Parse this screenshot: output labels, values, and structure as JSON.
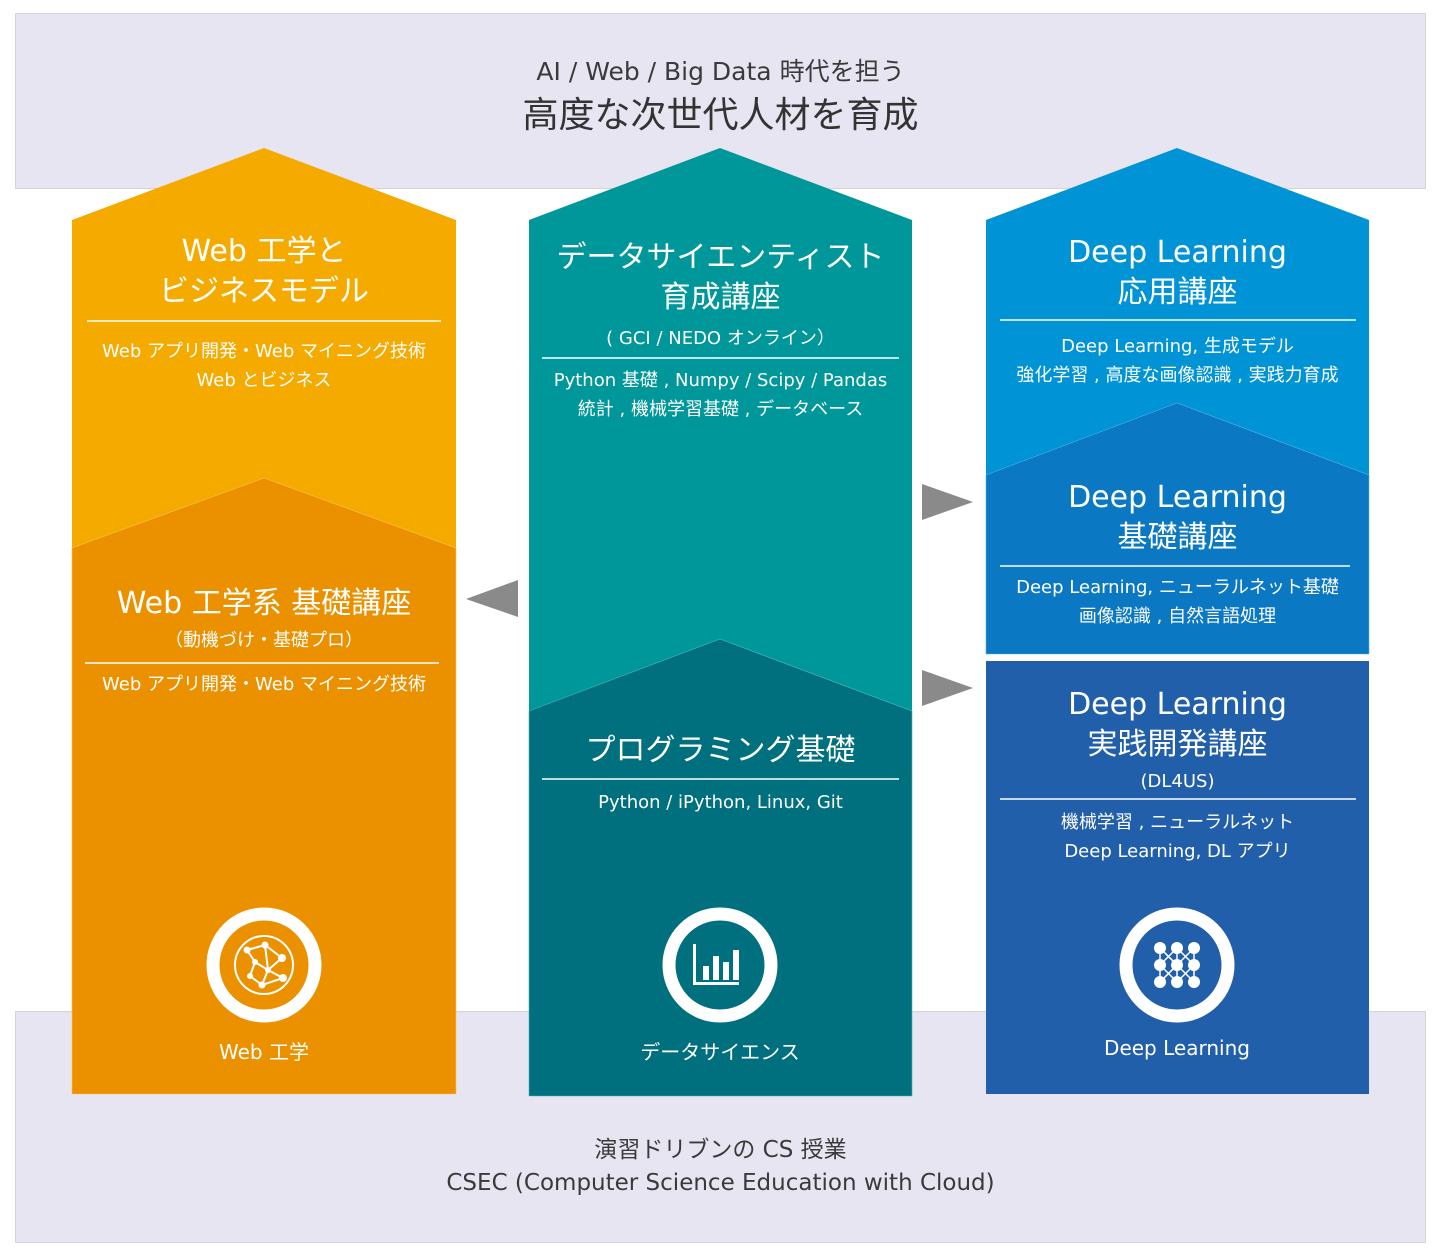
{
  "header": {
    "subtitle": "AI / Web / Big Data 時代を担う",
    "title": "高度な次世代人材を育成"
  },
  "footer": {
    "line1": "演習ドリブンの CS 授業",
    "line2": "CSEC (Computer Science Education with Cloud)"
  },
  "colors": {
    "banner_bg": "#e7e5f2",
    "web_upper": "#f5aa00",
    "web_lower": "#eb9100",
    "ds_upper": "#00979a",
    "ds_lower": "#006f7e",
    "dl_top": "#0093d6",
    "dl_mid": "#0a78c2",
    "dl_bottom": "#225fab",
    "arrow_gray": "#8a8a8a"
  },
  "columns": {
    "web": {
      "upper": {
        "title_line1": "Web 工学と",
        "title_line2": "ビジネスモデル",
        "desc_line1": "Web アプリ開発・Web マイニング技術",
        "desc_line2": "Web とビジネス"
      },
      "lower": {
        "title": "Web 工学系 基礎講座",
        "subtitle": "（動機づけ・基礎プロ）",
        "desc_line1": "Web アプリ開発・Web マイニング技術"
      },
      "icon": "globe-network-icon",
      "label": "Web 工学"
    },
    "ds": {
      "upper": {
        "title_line1": "データサイエンティスト",
        "title_line2": "育成講座",
        "subtitle": "( GCI / NEDO オンライン）",
        "desc_line1": "Python 基礎 , Numpy / Scipy / Pandas",
        "desc_line2": "統計 , 機械学習基礎 , データベース"
      },
      "lower": {
        "title": "プログラミング基礎",
        "desc_line1": "Python / iPython, Linux, Git"
      },
      "icon": "bar-chart-icon",
      "label": "データサイエンス"
    },
    "dl": {
      "top": {
        "title_line1": "Deep Learning",
        "title_line2": "応用講座",
        "desc_line1": "Deep Learning, 生成モデル",
        "desc_line2": "強化学習 , 高度な画像認識 , 実践力育成"
      },
      "mid": {
        "title_line1": "Deep Learning",
        "title_line2": "基礎講座",
        "desc_line1": "Deep Learning, ニューラルネット基礎",
        "desc_line2": "画像認識 , 自然言語処理"
      },
      "bottom": {
        "title_line1": "Deep Learning",
        "title_line2": "実践開発講座",
        "subtitle": "(DL4US)",
        "desc_line1": "機械学習 , ニューラルネット",
        "desc_line2": "Deep Learning, DL アプリ"
      },
      "icon": "neural-network-icon",
      "label": "Deep Learning"
    }
  },
  "arrows": [
    {
      "name": "arrow-ds-to-web",
      "direction": "left"
    },
    {
      "name": "arrow-ds-to-dl-basic",
      "direction": "right"
    },
    {
      "name": "arrow-ds-to-dl-practice",
      "direction": "right"
    }
  ]
}
